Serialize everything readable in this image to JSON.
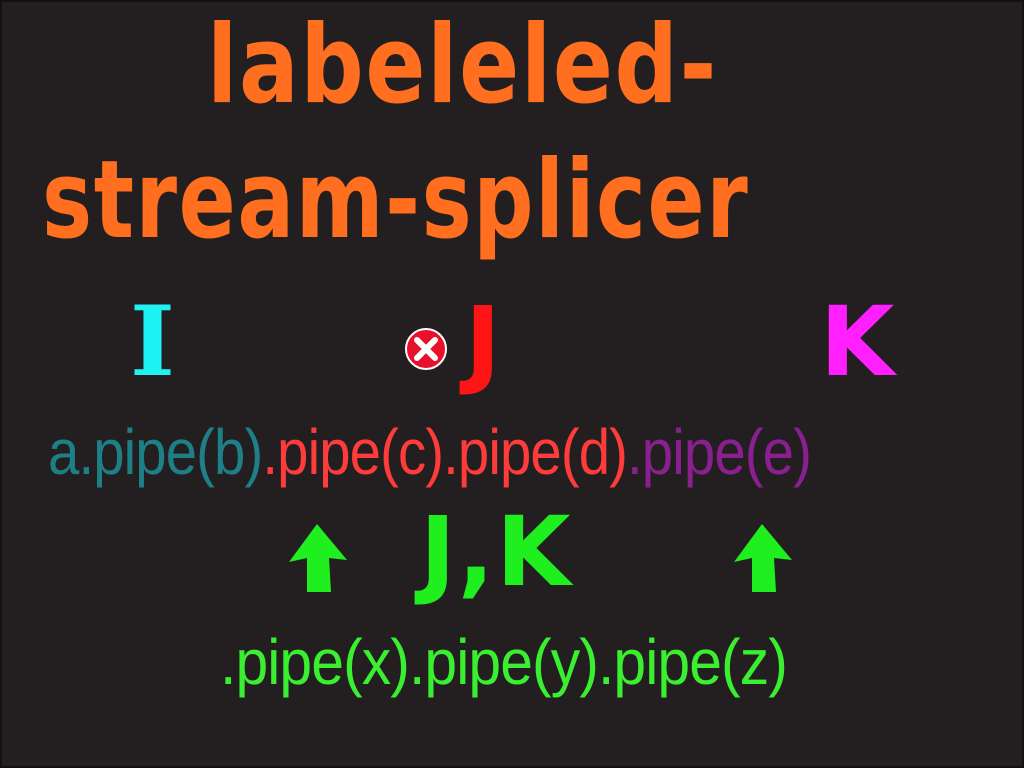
{
  "title": {
    "line1": "labeleled-",
    "line2": "stream-splicer"
  },
  "labels": {
    "i": "I",
    "j": "J",
    "k": "K",
    "jk": "J,K"
  },
  "pipeline": {
    "a": "a",
    "b": ".pipe(b)",
    "c": ".pipe(c)",
    "d": ".pipe(d)",
    "e": ".pipe(e)"
  },
  "subpipeline": ".pipe(x).pipe(y).pipe(z)",
  "icons": {
    "error": "error-x-circle-icon",
    "arrow": "arrow-up-icon"
  },
  "colors": {
    "background": "#231f20",
    "title": "#ff6f1f",
    "label_i": "#1ff2f2",
    "label_j": "#ff1515",
    "label_k": "#ff1fff",
    "teal": "#1f7f86",
    "red": "#ff3b3b",
    "purple": "#8a1f8f",
    "green": "#39ef2f"
  }
}
